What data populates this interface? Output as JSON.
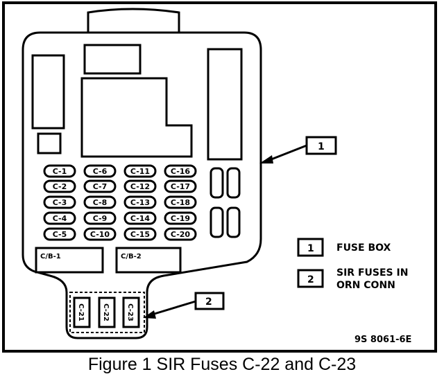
{
  "fuses": {
    "col1": [
      "C-1",
      "C-2",
      "C-3",
      "C-4",
      "C-5"
    ],
    "col2": [
      "C-6",
      "C-7",
      "C-8",
      "C-9",
      "C-10"
    ],
    "col3": [
      "C-11",
      "C-12",
      "C-13",
      "C-14",
      "C-15"
    ],
    "col4": [
      "C-16",
      "C-17",
      "C-18",
      "C-19",
      "C-20"
    ]
  },
  "circuit_breakers": [
    "C/B-1",
    "C/B-2"
  ],
  "sir_fuses": [
    "C-21",
    "C-22",
    "C-23"
  ],
  "callouts": [
    "1",
    "2"
  ],
  "legend": [
    {
      "num": "1",
      "lines": [
        "FUSE BOX"
      ]
    },
    {
      "num": "2",
      "lines": [
        "SIR FUSES IN",
        "ORN CONN"
      ]
    }
  ],
  "figure_code": "9S 8061-6E",
  "caption": "Figure 1 SIR Fuses C-22 and C-23"
}
